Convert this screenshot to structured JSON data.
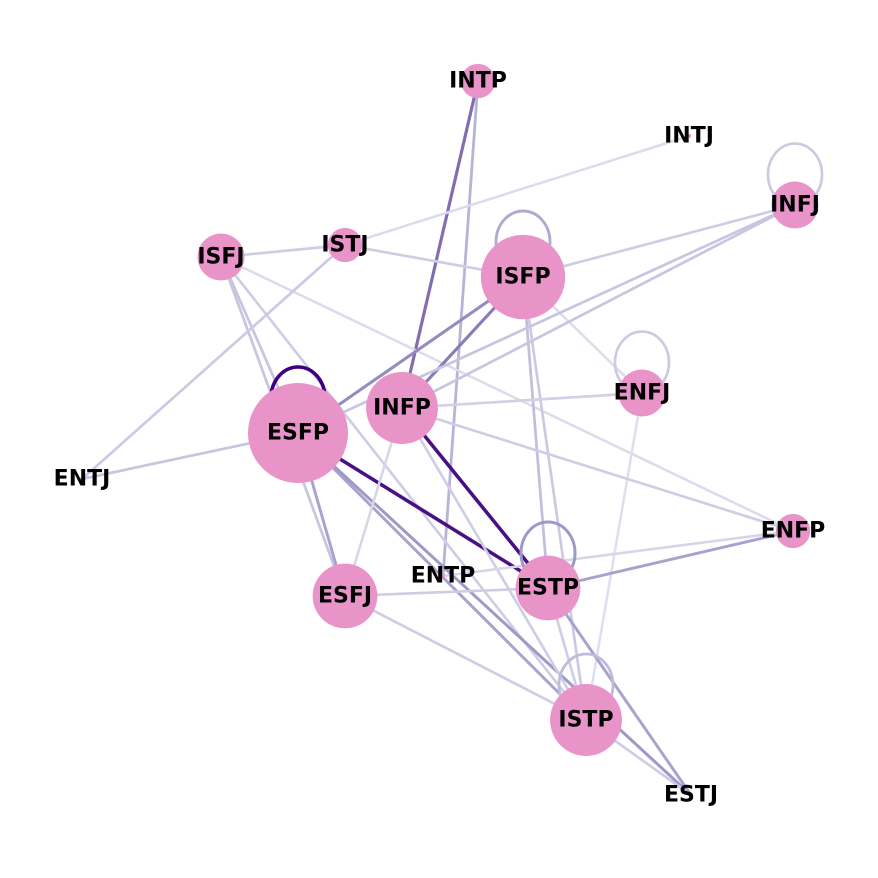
{
  "nodes": [
    {
      "id": "INTP",
      "label": "INTP",
      "weight": 1
    },
    {
      "id": "INTJ",
      "label": "INTJ",
      "weight": 0
    },
    {
      "id": "INFJ",
      "label": "INFJ",
      "weight": 2
    },
    {
      "id": "ISFJ",
      "label": "ISFJ",
      "weight": 2
    },
    {
      "id": "ISTJ",
      "label": "ISTJ",
      "weight": 1
    },
    {
      "id": "ISFP",
      "label": "ISFP",
      "weight": 7
    },
    {
      "id": "ENFJ",
      "label": "ENFJ",
      "weight": 2
    },
    {
      "id": "ESFP",
      "label": "ESFP",
      "weight": 10
    },
    {
      "id": "INFP",
      "label": "INFP",
      "weight": 5
    },
    {
      "id": "ENTJ",
      "label": "ENTJ",
      "weight": 0
    },
    {
      "id": "ENFP",
      "label": "ENFP",
      "weight": 1
    },
    {
      "id": "ENTP",
      "label": "ENTP",
      "weight": 0
    },
    {
      "id": "ESTP",
      "label": "ESTP",
      "weight": 4
    },
    {
      "id": "ESFJ",
      "label": "ESFJ",
      "weight": 4
    },
    {
      "id": "ISTP",
      "label": "ISTP",
      "weight": 5
    },
    {
      "id": "ESTJ",
      "label": "ESTJ",
      "weight": 0
    }
  ],
  "edges": [
    {
      "source": "INTP",
      "target": "INFP",
      "weight": 0.65
    },
    {
      "source": "INTP",
      "target": "ENTP",
      "weight": 0.35
    },
    {
      "source": "INTJ",
      "target": "ISTJ",
      "weight": 0.12
    },
    {
      "source": "ISFJ",
      "target": "ISTJ",
      "weight": 0.2
    },
    {
      "source": "ISFJ",
      "target": "ESFP",
      "weight": 0.25
    },
    {
      "source": "ISFJ",
      "target": "ENFP",
      "weight": 0.12
    },
    {
      "source": "ISFJ",
      "target": "ISTP",
      "weight": 0.2
    },
    {
      "source": "ISFJ",
      "target": "ESFJ",
      "weight": 0.25
    },
    {
      "source": "ISTJ",
      "target": "ISFP",
      "weight": 0.2
    },
    {
      "source": "ISTJ",
      "target": "ENTJ",
      "weight": 0.22
    },
    {
      "source": "ISFP",
      "target": "INFJ",
      "weight": 0.2
    },
    {
      "source": "ISFP",
      "target": "ESFP",
      "weight": 0.55
    },
    {
      "source": "ISFP",
      "target": "INFP",
      "weight": 0.6
    },
    {
      "source": "ISFP",
      "target": "ESTP",
      "weight": 0.28
    },
    {
      "source": "ISFP",
      "target": "ISTP",
      "weight": 0.22
    },
    {
      "source": "ISFP",
      "target": "ENFJ",
      "weight": 0.12
    },
    {
      "source": "INFJ",
      "target": "ESFP",
      "weight": 0.25
    },
    {
      "source": "INFJ",
      "target": "INFP",
      "weight": 0.25
    },
    {
      "source": "ENFJ",
      "target": "INFP",
      "weight": 0.18
    },
    {
      "source": "ENFJ",
      "target": "ISTP",
      "weight": 0.1
    },
    {
      "source": "ESFP",
      "target": "ENTJ",
      "weight": 0.25
    },
    {
      "source": "ESFP",
      "target": "ESTP",
      "weight": 0.95
    },
    {
      "source": "ESFP",
      "target": "ESFJ",
      "weight": 0.45
    },
    {
      "source": "ESFP",
      "target": "ISTP",
      "weight": 0.45
    },
    {
      "source": "ESFP",
      "target": "ESTJ",
      "weight": 0.5
    },
    {
      "source": "INFP",
      "target": "ESTP",
      "weight": 0.95
    },
    {
      "source": "INFP",
      "target": "ENFP",
      "weight": 0.2
    },
    {
      "source": "INFP",
      "target": "ESFJ",
      "weight": 0.15
    },
    {
      "source": "INFP",
      "target": "ISTP",
      "weight": 0.2
    },
    {
      "source": "ENFP",
      "target": "ESTP",
      "weight": 0.45
    },
    {
      "source": "ENFP",
      "target": "ENTP",
      "weight": 0.15
    },
    {
      "source": "ESTP",
      "target": "ESFJ",
      "weight": 0.2
    },
    {
      "source": "ESTP",
      "target": "ISTP",
      "weight": 0.2
    },
    {
      "source": "ESTP",
      "target": "ESTJ",
      "weight": 0.45
    },
    {
      "source": "ESFJ",
      "target": "ISTP",
      "weight": 0.2
    },
    {
      "source": "ISTP",
      "target": "ESTJ",
      "weight": 0.2
    },
    {
      "source": "INFJ",
      "target": "INFJ",
      "weight": 0.22
    },
    {
      "source": "ISFP",
      "target": "ISFP",
      "weight": 0.4
    },
    {
      "source": "ENFJ",
      "target": "ENFJ",
      "weight": 0.22
    },
    {
      "source": "ESFP",
      "target": "ESFP",
      "weight": 1.0
    },
    {
      "source": "ESTP",
      "target": "ESTP",
      "weight": 0.5
    },
    {
      "source": "ISTP",
      "target": "ISTP",
      "weight": 0.3
    }
  ],
  "colors": {
    "node_fill": "#e994c9",
    "edge_light": "#f0eff7",
    "edge_dark": "#3f007d",
    "label": "#000000"
  }
}
